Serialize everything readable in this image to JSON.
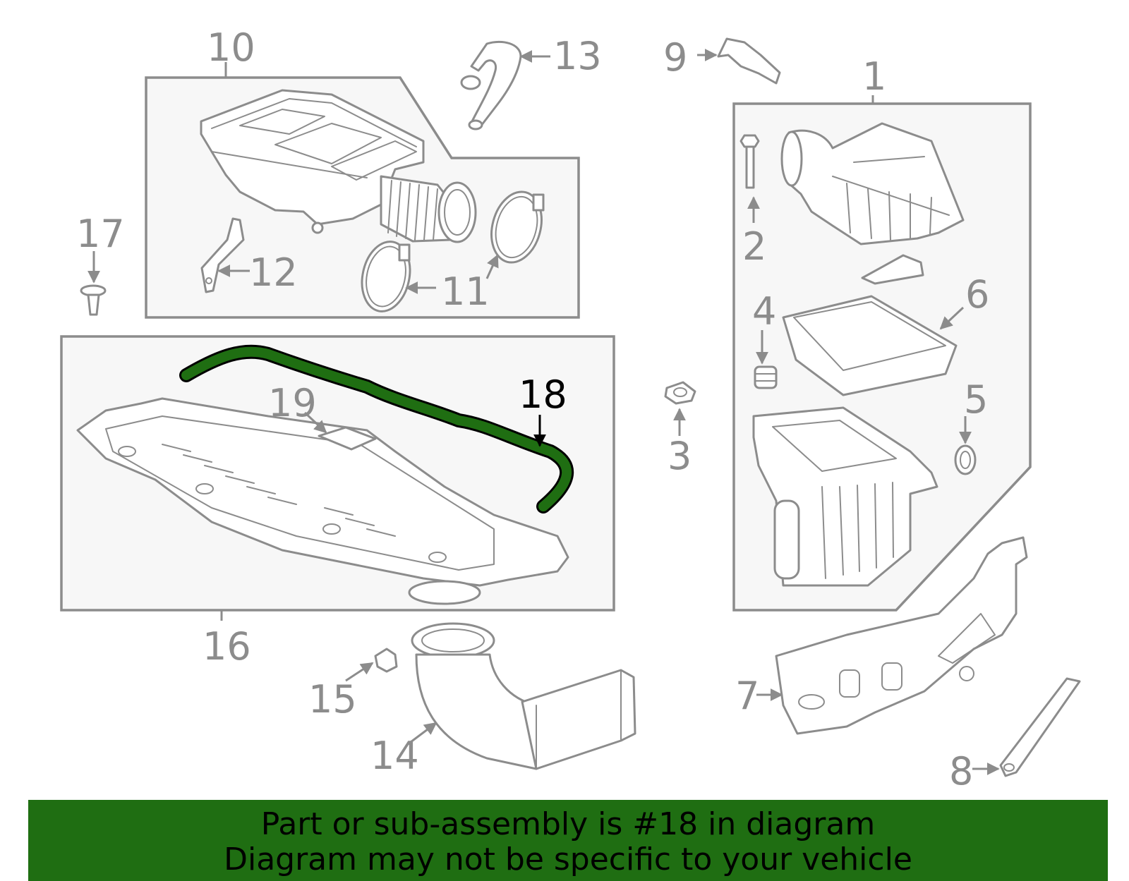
{
  "callouts": {
    "n1": "1",
    "n2": "2",
    "n3": "3",
    "n4": "4",
    "n5": "5",
    "n6": "6",
    "n7": "7",
    "n8": "8",
    "n9": "9",
    "n10": "10",
    "n11": "11",
    "n12": "12",
    "n13": "13",
    "n14": "14",
    "n15": "15",
    "n16": "16",
    "n17": "17",
    "n18": "18",
    "n19": "19"
  },
  "highlight_part": "18",
  "colors": {
    "highlight": "#1f6e12",
    "banner": "#1f6e12",
    "line_art": "#8c8c8c",
    "box_fill": "#f7f7f7"
  },
  "banner": {
    "line1": "Part or sub-assembly is #18 in diagram",
    "line2": "Diagram may not be specific to your vehicle"
  }
}
